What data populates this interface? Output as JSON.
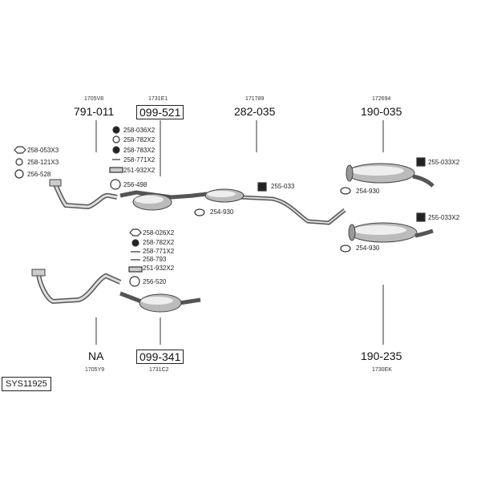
{
  "diagram_code": "SYS11925",
  "groups": {
    "g1": {
      "ref": "1705V8",
      "part": "791-011",
      "boxed": false
    },
    "g2": {
      "ref": "1731E1",
      "part": "099-521",
      "boxed": true
    },
    "g3": {
      "ref": "171789",
      "part": "282-035",
      "boxed": false
    },
    "g4": {
      "ref": "172694",
      "part": "190-035",
      "boxed": false
    },
    "g5": {
      "ref": "1705Y9",
      "part": "NA",
      "boxed": false
    },
    "g6": {
      "ref": "1731C2",
      "part": "099-341",
      "boxed": true
    },
    "g7": {
      "ref": "1730EK",
      "part": "190-235",
      "boxed": false
    }
  },
  "hardware": {
    "h1": "258-053X3",
    "h2": "258-121X3",
    "h3": "256-528",
    "h4": "258-036X2",
    "h5": "258-782X2",
    "h6": "258-783X2",
    "h7": "258-771X2",
    "h8": "251-932X2",
    "h9": "256-498",
    "h10": "255-033",
    "h11": "254-930",
    "h12": "255-033X2",
    "h13": "254-930",
    "h14": "255-033X2",
    "h15": "254-930",
    "h16": "258-026X2",
    "h17": "258-782X2",
    "h18": "258-771X2",
    "h19": "258-793",
    "h20": "251-932X2",
    "h21": "256-520"
  }
}
